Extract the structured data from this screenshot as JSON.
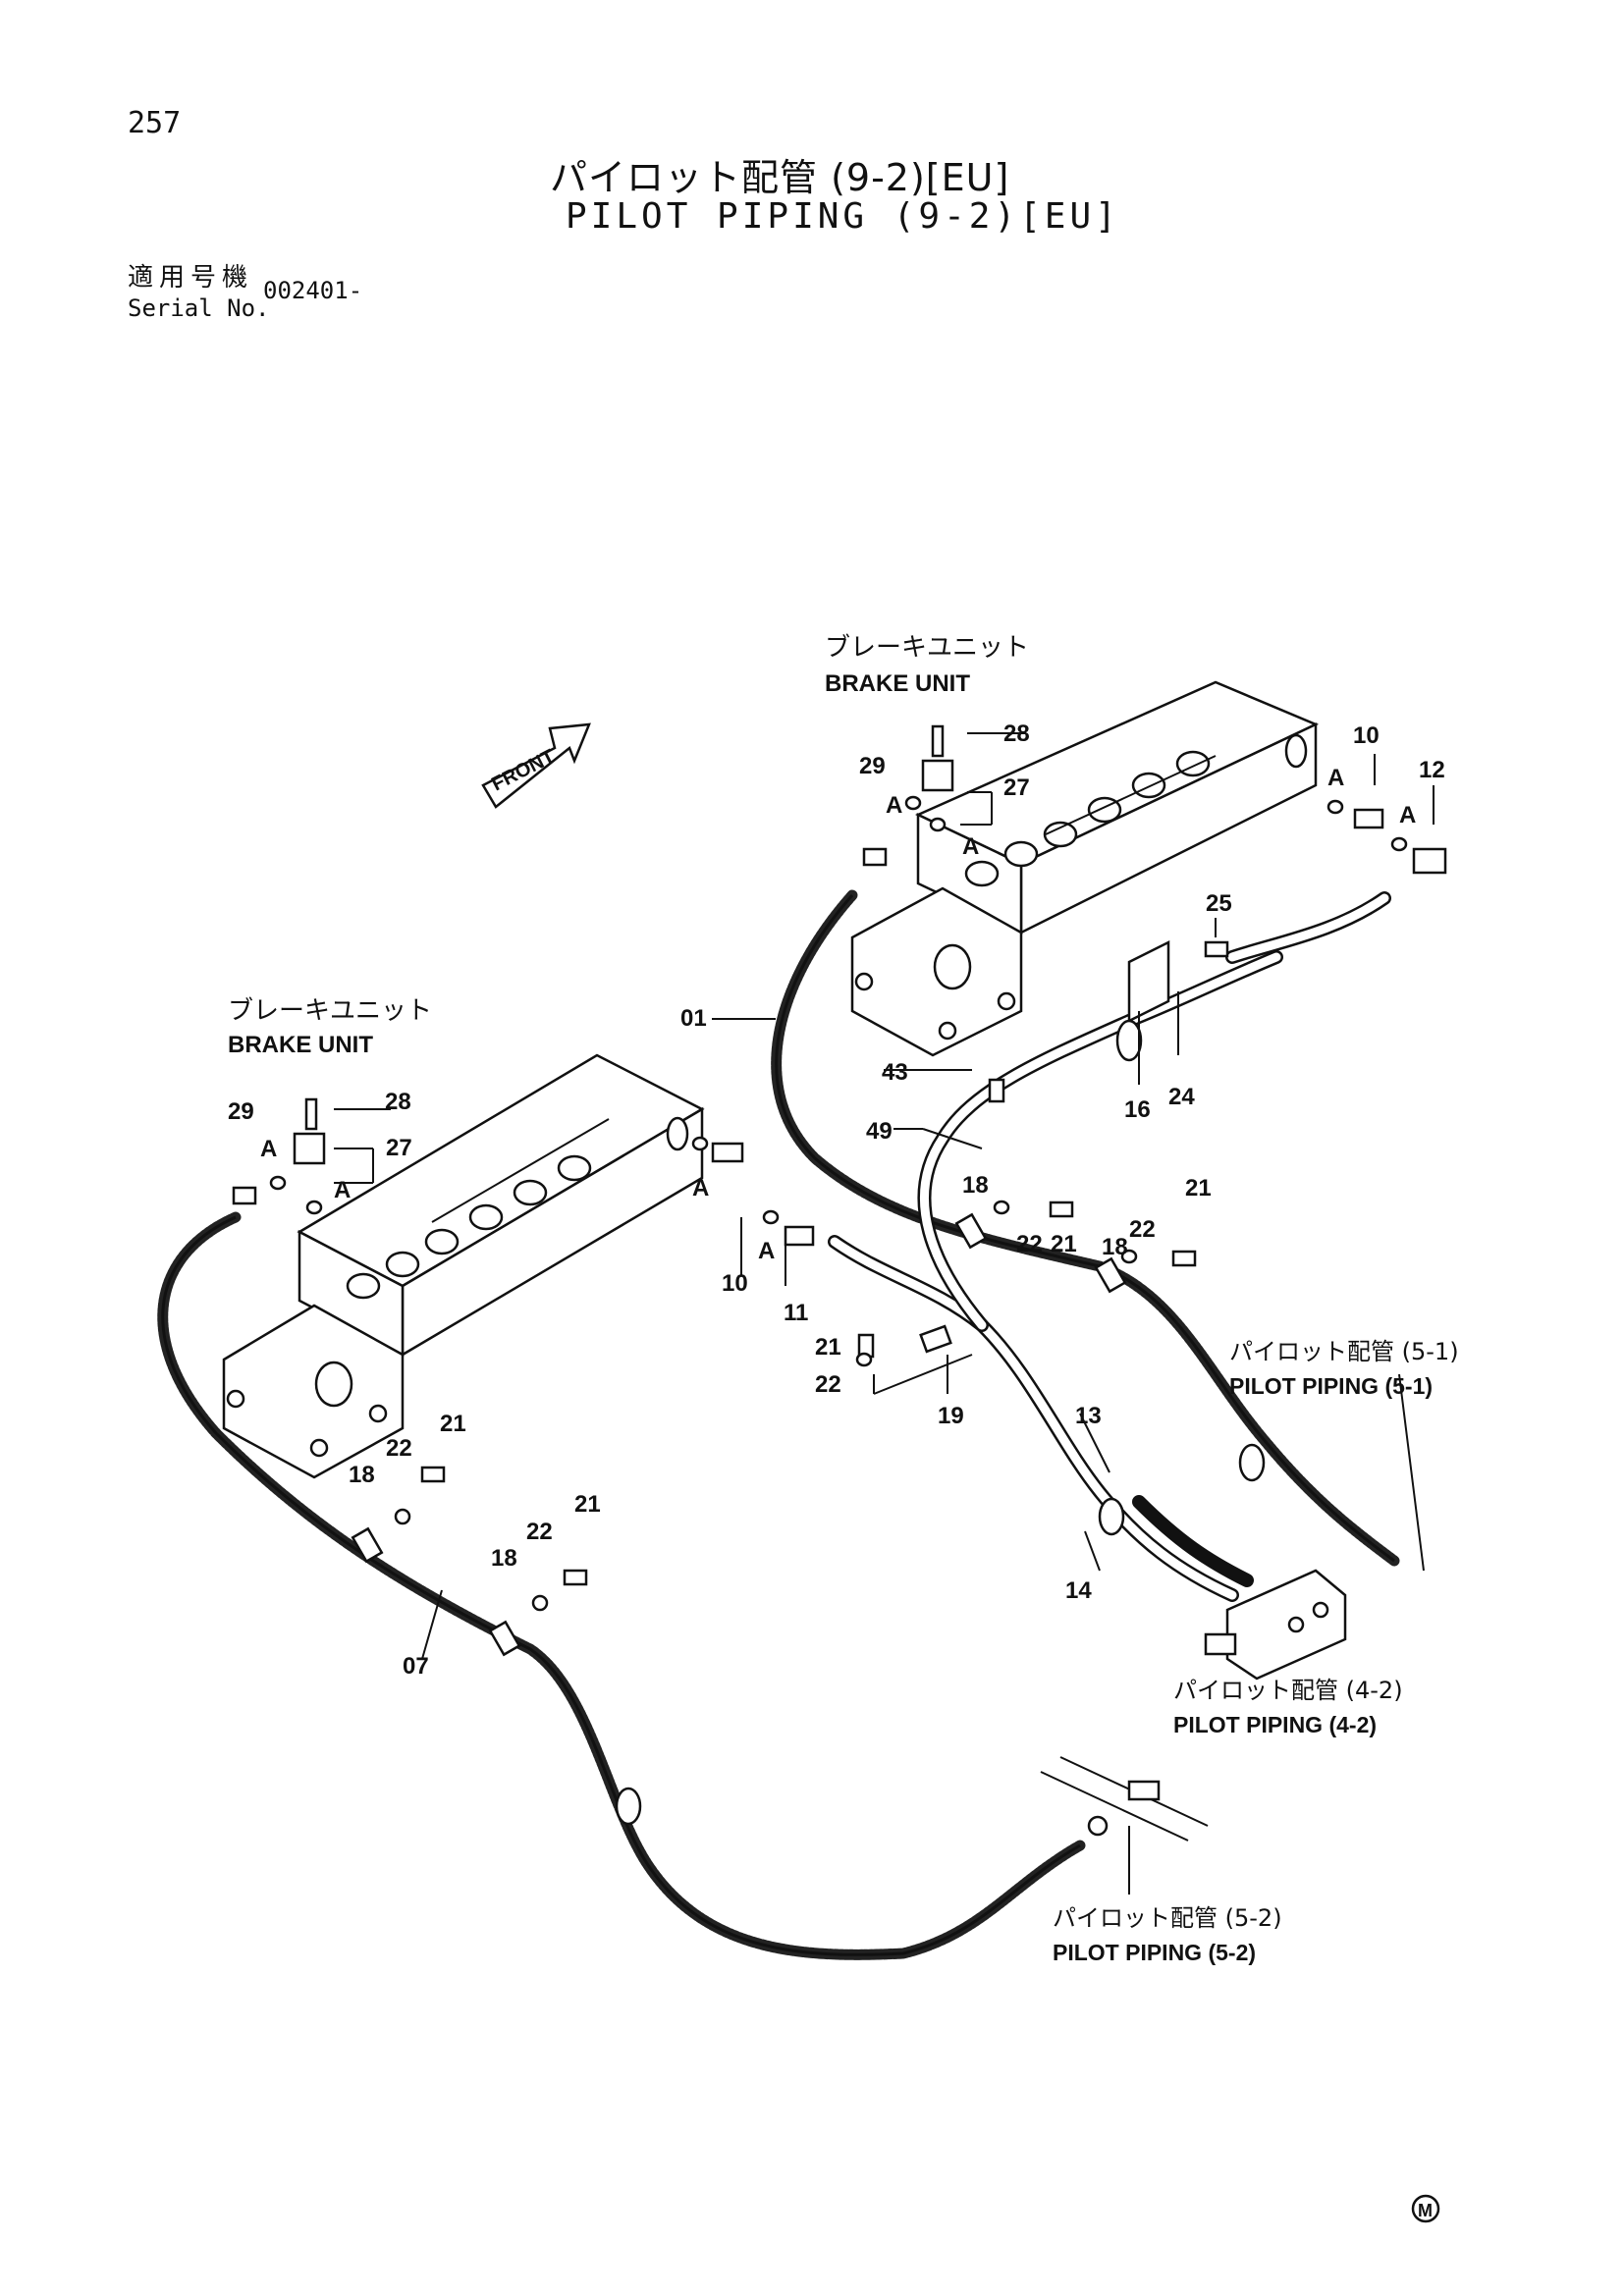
{
  "page_number": "257",
  "title": {
    "ja": "パイロット配管 (9-2)[EU]",
    "en": "PILOT PIPING (9-2)[EU]"
  },
  "serial": {
    "label_ja": "適用号機",
    "label_en": "Serial No.",
    "value": "002401-"
  },
  "captions": {
    "brake_unit_right_ja": "ブレーキユニット",
    "brake_unit_right_en": "BRAKE UNIT",
    "brake_unit_left_ja": "ブレーキユニット",
    "brake_unit_left_en": "BRAKE UNIT",
    "front": "FRONT",
    "pilot_5_1_ja": "パイロット配管 (5-1)",
    "pilot_5_1_en": "PILOT PIPING (5-1)",
    "pilot_4_2_ja": "パイロット配管 (4-2)",
    "pilot_4_2_en": "PILOT PIPING (4-2)",
    "pilot_5_2_ja": "パイロット配管 (5-2)",
    "pilot_5_2_en": "PILOT PIPING (5-2)"
  },
  "detail_marker": "A",
  "part_labels": {
    "p01": "01",
    "p07": "07",
    "p10a": "10",
    "p10b": "10",
    "p11": "11",
    "p12": "12",
    "p13": "13",
    "p14": "14",
    "p16": "16",
    "p18a": "18",
    "p18b": "18",
    "p18c": "18",
    "p18d": "18",
    "p19": "19",
    "p21a": "21",
    "p21b": "21",
    "p21c": "21",
    "p21d": "21",
    "p21e": "21",
    "p22a": "22",
    "p22b": "22",
    "p22c": "22",
    "p22d": "22",
    "p22e": "22",
    "p24": "24",
    "p25": "25",
    "p27a": "27",
    "p27b": "27",
    "p28a": "28",
    "p28b": "28",
    "p29a": "29",
    "p29b": "29",
    "p43": "43",
    "p49": "49"
  },
  "corner_mark": "M"
}
